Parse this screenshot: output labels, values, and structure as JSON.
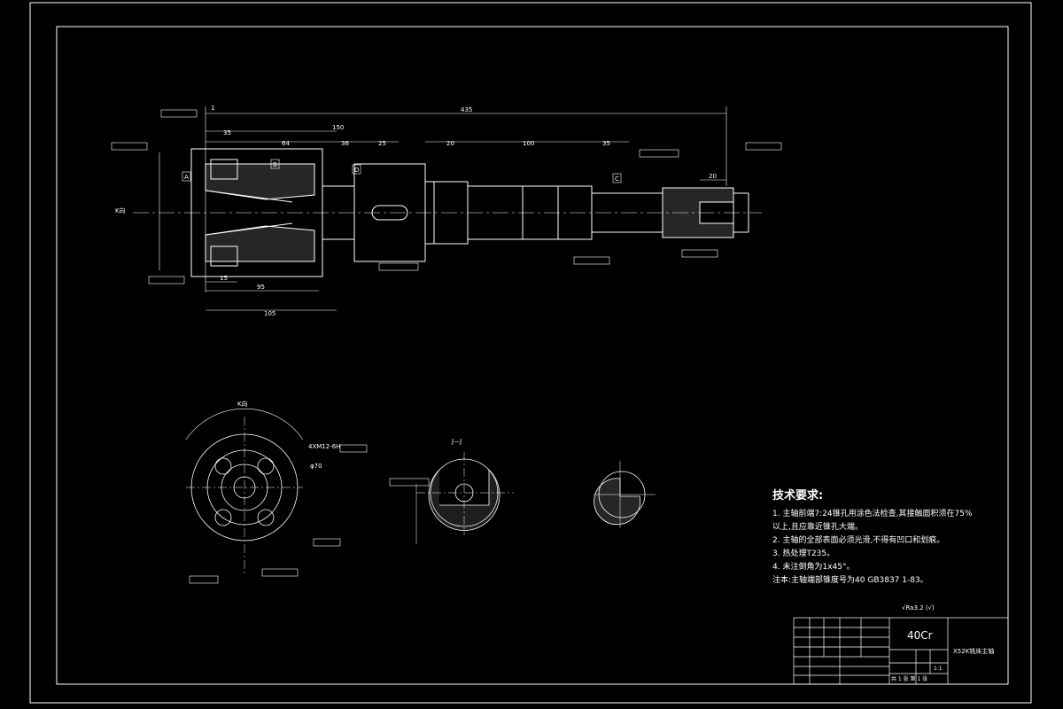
{
  "drawing": {
    "dims": {
      "overall": "435",
      "d_150": "150",
      "d_35a": "35",
      "d_64": "64",
      "d_36": "36",
      "d_25": "25",
      "d_20a": "20",
      "d_100": "100",
      "d_35b": "35",
      "d_20b": "20",
      "d_95": "95",
      "d_105": "105",
      "d_15": "15",
      "d_1": "1"
    },
    "datums": [
      "A",
      "B",
      "D",
      "C"
    ],
    "section_labels": {
      "k_view": "K向",
      "j_view": "J—J",
      "k_arrow": "K向"
    },
    "callouts": {
      "thread": "4XM12-6H",
      "dia": "φ70"
    }
  },
  "tech_requirements": {
    "title": "技术要求:",
    "items": [
      "1. 主轴前端7:24锥孔用涂色法检查,其接触面积须在75%",
      "以上,且应靠近锥孔大端。",
      "2. 主轴的全部表面必须光滑,不得有凹口和划痕。",
      "3. 热处理T235。",
      "4. 未注倒角为1x45°。",
      "注本:主轴端部锥度号为40 GB3837 1-83。"
    ]
  },
  "title_block": {
    "material": "40Cr",
    "part_name": "X52K铣床主轴",
    "scale": "1:1",
    "sheet_info": "共 1 张 第 1 张",
    "roughness": "√Ra3.2 (√)"
  }
}
